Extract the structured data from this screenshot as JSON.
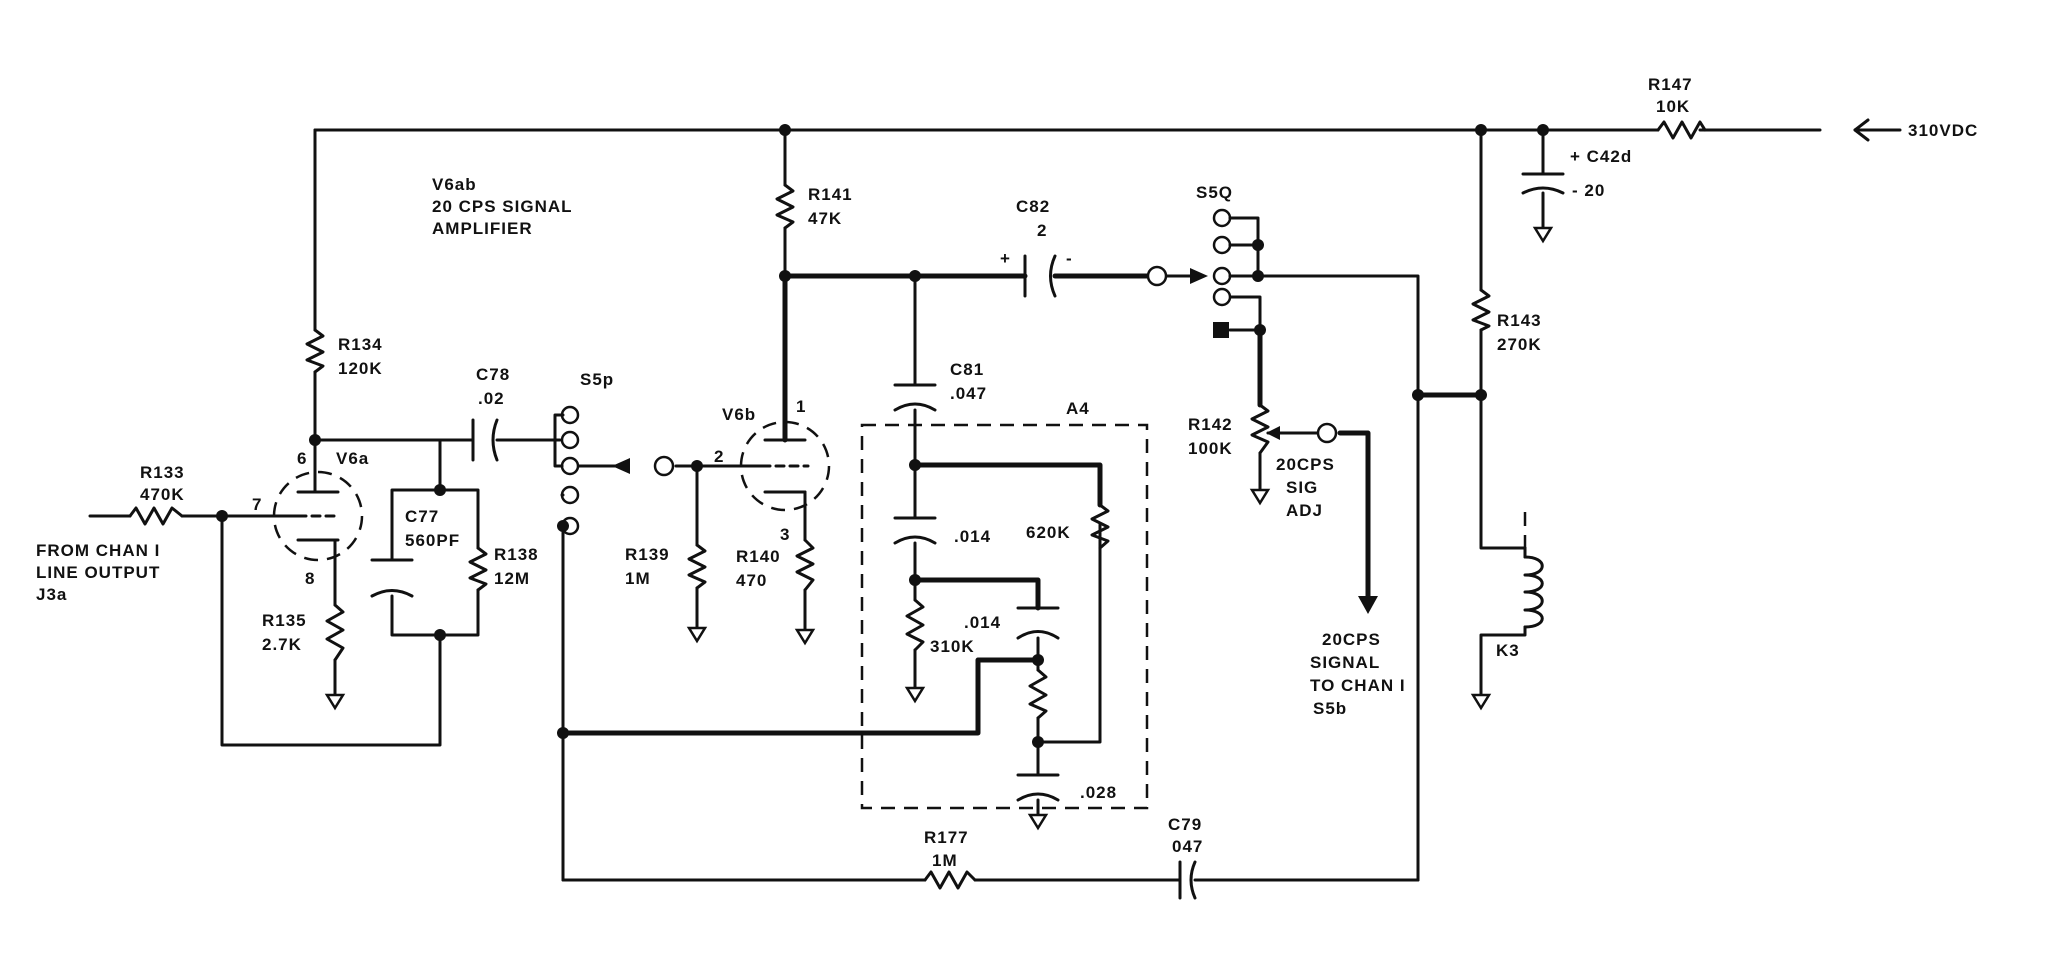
{
  "supply": {
    "voltage": "310VDC"
  },
  "title": {
    "line1": "V6ab",
    "line2": "20 CPS SIGNAL",
    "line3": "AMPLIFIER"
  },
  "input": {
    "line1": "FROM CHAN I",
    "line2": "LINE OUTPUT",
    "line3": "J3a"
  },
  "output": {
    "line1": "20CPS",
    "line2": "SIGNAL",
    "line3": "TO CHAN I",
    "line4": "S5b"
  },
  "tubes": {
    "v6a": {
      "name": "V6a",
      "plate": "6",
      "grid": "7",
      "cathode": "8"
    },
    "v6b": {
      "name": "V6b",
      "plate": "1",
      "grid": "2",
      "cathode": "3"
    }
  },
  "components": {
    "r133": {
      "ref": "R133",
      "value": "470K"
    },
    "r134": {
      "ref": "R134",
      "value": "120K"
    },
    "r135": {
      "ref": "R135",
      "value": "2.7K"
    },
    "r138": {
      "ref": "R138",
      "value": "12M"
    },
    "r139": {
      "ref": "R139",
      "value": "1M"
    },
    "r140": {
      "ref": "R140",
      "value": "470"
    },
    "r141": {
      "ref": "R141",
      "value": "47K"
    },
    "r142": {
      "ref": "R142",
      "value": "100K"
    },
    "r143": {
      "ref": "R143",
      "value": "270K"
    },
    "r147": {
      "ref": "R147",
      "value": "10K"
    },
    "r177": {
      "ref": "R177",
      "value": "1M"
    },
    "c77": {
      "ref": "C77",
      "value": "560PF"
    },
    "c78": {
      "ref": "C78",
      "value": ".02"
    },
    "c79": {
      "ref": "C79",
      "value": "047"
    },
    "c81": {
      "ref": "C81",
      "value": ".047"
    },
    "c82": {
      "ref": "C82",
      "value": "2"
    },
    "c42d": {
      "ref": "+ C42d",
      "value": "- 20"
    }
  },
  "network_a4": {
    "label": "A4",
    "c_upper": ".014",
    "c_middle": ".014",
    "c_lower": ".028",
    "r_upper": "620K",
    "r_lower": "310K"
  },
  "switches": {
    "s5p": "S5p",
    "s5q": "S5Q"
  },
  "adjust": {
    "line1": "20CPS",
    "line2": "SIG",
    "line3": "ADJ"
  },
  "relay": {
    "ref": "K3"
  }
}
